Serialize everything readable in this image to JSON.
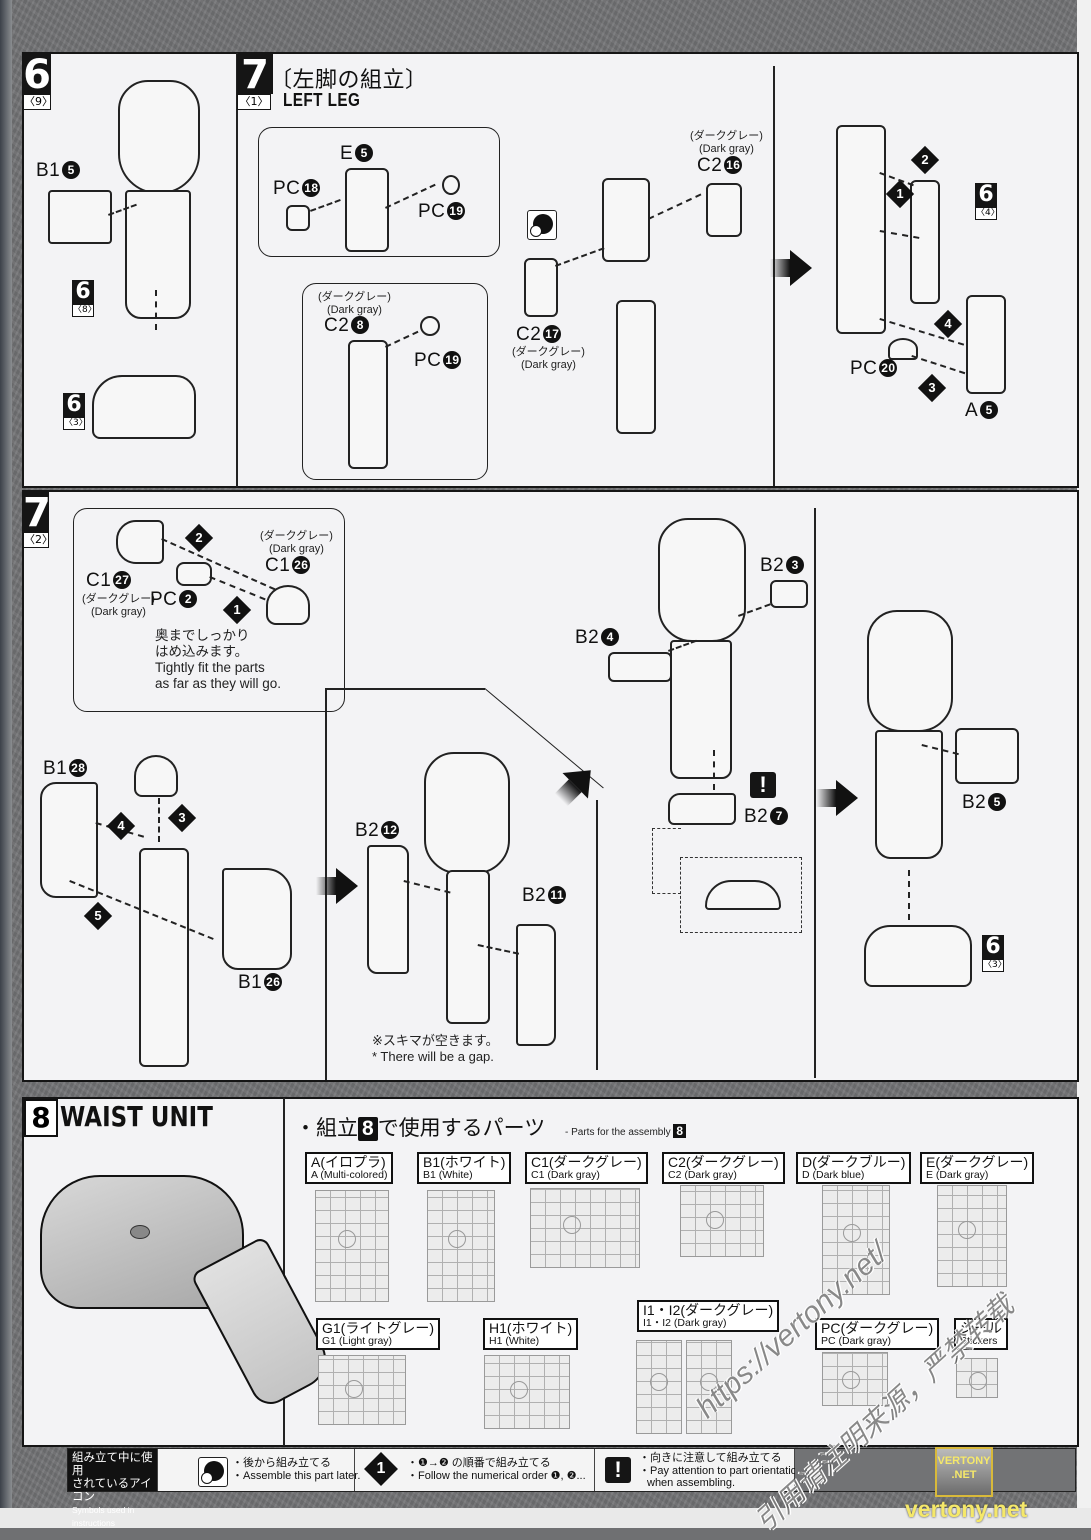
{
  "steps": {
    "s6_9": {
      "num": "6",
      "sub": "〈9〉",
      "labels": {
        "b1": "B1",
        "b1_n": "5"
      },
      "refs": [
        {
          "num": "6",
          "sub": "〈8〉"
        },
        {
          "num": "6",
          "sub": "〈3〉"
        }
      ]
    },
    "s7_1": {
      "num": "7",
      "sub": "〈1〉",
      "title_jp": "〔左脚の組立〕",
      "title_en": "LEFT LEG",
      "labels": {
        "e5": "E",
        "e5_n": "5",
        "pc18": "PC",
        "pc18_n": "18",
        "pc19a": "PC",
        "pc19a_n": "19",
        "c216": "C2",
        "c216_n": "16",
        "c28": "C2",
        "c28_n": "8",
        "pc19b": "PC",
        "pc19b_n": "19",
        "c217": "C2",
        "c217_n": "17",
        "pc20": "PC",
        "pc20_n": "20",
        "a5": "A",
        "a5_n": "5"
      },
      "color_notes": {
        "jp": "(ダークグレー)",
        "en": "(Dark gray)"
      },
      "order": [
        "1",
        "2",
        "3",
        "4"
      ],
      "ref": {
        "num": "6",
        "sub": "〈4〉"
      }
    },
    "s7_2": {
      "num": "7",
      "sub": "〈2〉",
      "labels": {
        "c127": "C1",
        "c127_n": "27",
        "c126": "C1",
        "c126_n": "26",
        "pc2": "PC",
        "pc2_n": "2",
        "b128": "B1",
        "b128_n": "28",
        "b126": "B1",
        "b126_n": "26",
        "b212": "B2",
        "b212_n": "12",
        "b211": "B2",
        "b211_n": "11",
        "b23": "B2",
        "b23_n": "3",
        "b24": "B2",
        "b24_n": "4",
        "b27": "B2",
        "b27_n": "7",
        "b25": "B2",
        "b25_n": "5"
      },
      "color_notes": {
        "jp": "(ダークグレー)",
        "en": "(Dark gray)"
      },
      "note_fit_jp_1": "奥までしっかり",
      "note_fit_jp_2": "はめ込みます。",
      "note_fit_en_1": "Tightly fit the parts",
      "note_fit_en_2": "as far as they will go.",
      "note_gap_jp": "※スキマが空きます。",
      "note_gap_en": "* There will be a gap.",
      "order": [
        "1",
        "2",
        "3",
        "4",
        "5"
      ],
      "warn": "!",
      "ref": {
        "num": "6",
        "sub": "〈3〉"
      }
    }
  },
  "waist": {
    "num": "8",
    "title": "WAIST UNIT",
    "parts_header_pre": "・組立",
    "parts_header_num": "8",
    "parts_header_post": "で使用するパーツ",
    "parts_sub": "- Parts for the assembly",
    "parts_sub_num": "8",
    "runners": [
      {
        "jp": "A(イロプラ)",
        "en": "A (Multi-colored)"
      },
      {
        "jp": "B1(ホワイト)",
        "en": "B1 (White)"
      },
      {
        "jp": "C1(ダークグレー)",
        "en": "C1 (Dark gray)"
      },
      {
        "jp": "C2(ダークグレー)",
        "en": "C2 (Dark gray)"
      },
      {
        "jp": "D(ダークブルー)",
        "en": "D (Dark blue)"
      },
      {
        "jp": "E(ダークグレー)",
        "en": "E (Dark gray)"
      },
      {
        "jp": "G1(ライトグレー)",
        "en": "G1 (Light gray)"
      },
      {
        "jp": "H1(ホワイト)",
        "en": "H1 (White)"
      },
      {
        "jp": "I1・I2(ダークグレー)",
        "en": "I1・I2 (Dark gray)"
      },
      {
        "jp": "PC(ダークグレー)",
        "en": "PC (Dark gray)"
      },
      {
        "jp": "シール",
        "en": "Stickers"
      }
    ]
  },
  "legend": {
    "title_jp_1": "組み立て中に使用",
    "title_jp_2": "されているアイコン",
    "title_en": "Symbols used in instructions",
    "later_jp": "・後から組み立てる",
    "later_en": "・Assemble this part later.",
    "order_icon": "1",
    "order_jp": "・❶→❷ の順番で組み立てる",
    "order_en": "・Follow the numerical order ❶, ❷...",
    "warn_icon": "!",
    "warn_jp": "・向きに注意して組み立てる",
    "warn_en_1": "・Pay attention to part orientation",
    "warn_en_2": "when assembling."
  },
  "watermarks": {
    "site": "vertony.net",
    "box_1": "VERTONY",
    "box_2": ".NET",
    "diag_url": "https://vertony.net/",
    "diag_cn": "引用请注明来源，严禁转载"
  },
  "colors": {
    "ink": "#151515",
    "paper": "#f3f3f5",
    "table_bg": "#717274",
    "watermark": "#f5e86a"
  }
}
